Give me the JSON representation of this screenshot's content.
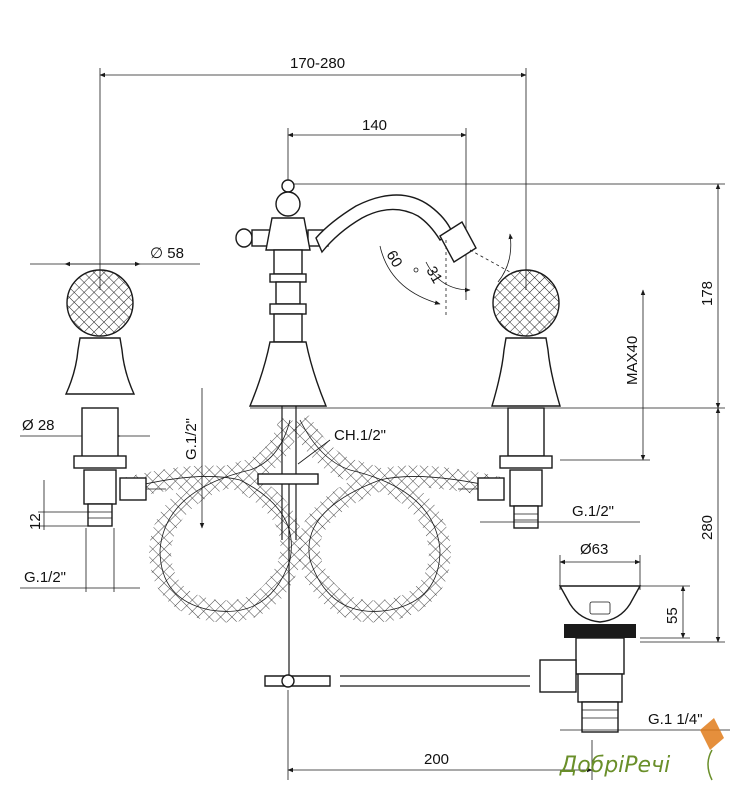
{
  "drawing": {
    "dims": {
      "overall_spread": "170-280",
      "spout_reach": "140",
      "handle_diameter": "∅ 58",
      "height_total": "178",
      "max_deck": "MAX40",
      "stem_diameter": "Ø 28",
      "thread_valve_left": "G.1/2\"",
      "chain_hole": "CH.1/2\"",
      "nut_height": "12",
      "thread_left_bottom": "G.1/2\"",
      "thread_valve_right": "G.1/2\"",
      "below_deck": "280",
      "drain_diameter": "Ø63",
      "drain_height": "55",
      "drain_thread": "G.1 1/4\"",
      "rod_length": "200",
      "angle_60": "60",
      "angle_31": "31"
    },
    "colors": {
      "line": "#1a1a1a",
      "logo_green": "#6a8f2a",
      "logo_orange": "#e07b1a"
    }
  },
  "logo": {
    "text": "ДобріРечі",
    "icon": "kite-icon"
  }
}
